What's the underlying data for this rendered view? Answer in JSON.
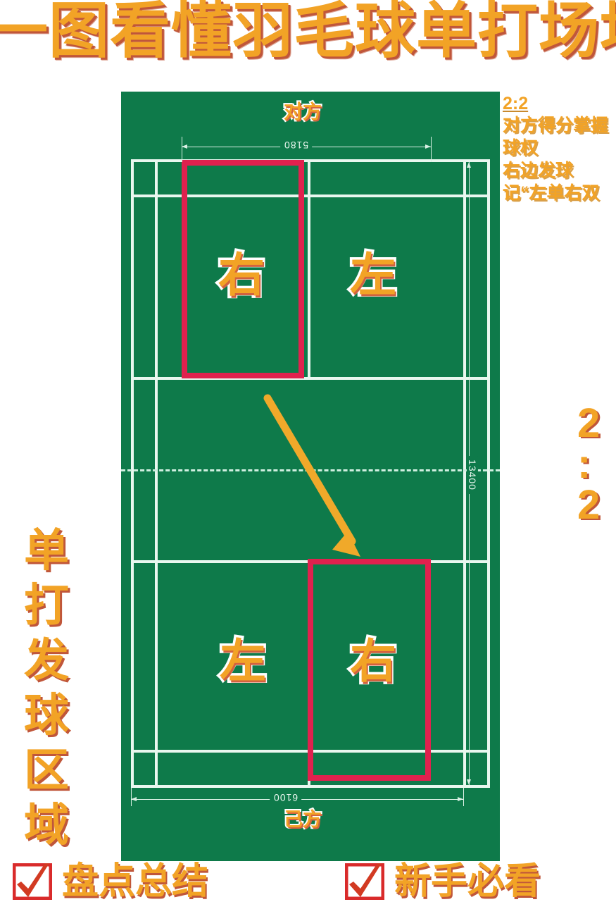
{
  "title": {
    "text": "一图看懂羽毛球单打场地规则"
  },
  "court": {
    "top_caption": "对方",
    "bottom_caption": "己方",
    "zone_labels": {
      "top_left_box": "右",
      "top_right_box": "左",
      "bottom_left_box": "左",
      "bottom_right_box": "右"
    },
    "dimensions": {
      "top_width": "5180",
      "bottom_width": "6100",
      "side_length": "13400"
    },
    "colors": {
      "surface": "#0E7A4A",
      "lines": "#E9F7EF",
      "highlight": "#E0214E",
      "arrow": "#F0A92A"
    }
  },
  "left_caption": {
    "chars": [
      "单",
      "打",
      "发",
      "球",
      "区",
      "域"
    ]
  },
  "right_note": {
    "score": "2:2",
    "lines": [
      "对方得分掌握",
      "球权",
      "右边发球",
      "记“左单右双"
    ]
  },
  "right_score": {
    "chars": [
      "2",
      ":",
      "2"
    ]
  },
  "bottom_badges": [
    {
      "icon": "check-mark-icon",
      "label": "盘点总结"
    },
    {
      "icon": "check-mark-icon",
      "label": "新手必看"
    }
  ]
}
